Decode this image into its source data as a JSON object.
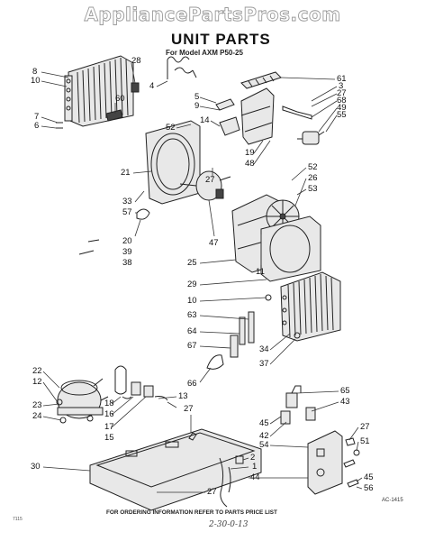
{
  "watermark": "AppliancePartsPros.com",
  "title": "UNIT PARTS",
  "subtitle": "For Model AXM P50-25",
  "drawing_code": "AC-1415",
  "footer": "FOR ORDERING INFORMATION REFER TO PARTS PRICE LIST",
  "handwriting": "2-30-0-13",
  "corner_mark": "7115",
  "callouts": [
    {
      "label": "8"
    },
    {
      "label": "10"
    },
    {
      "label": "28"
    },
    {
      "label": "4"
    },
    {
      "label": "60"
    },
    {
      "label": "7"
    },
    {
      "label": "6"
    },
    {
      "label": "5"
    },
    {
      "label": "9"
    },
    {
      "label": "61"
    },
    {
      "label": "3"
    },
    {
      "label": "27"
    },
    {
      "label": "68"
    },
    {
      "label": "49"
    },
    {
      "label": "55"
    },
    {
      "label": "14"
    },
    {
      "label": "52"
    },
    {
      "label": "19"
    },
    {
      "label": "48"
    },
    {
      "label": "21"
    },
    {
      "label": "27"
    },
    {
      "label": "52"
    },
    {
      "label": "26"
    },
    {
      "label": "53"
    },
    {
      "label": "33"
    },
    {
      "label": "57"
    },
    {
      "label": "47"
    },
    {
      "label": "20"
    },
    {
      "label": "39"
    },
    {
      "label": "38"
    },
    {
      "label": "25"
    },
    {
      "label": "11"
    },
    {
      "label": "29"
    },
    {
      "label": "10"
    },
    {
      "label": "63"
    },
    {
      "label": "64"
    },
    {
      "label": "67"
    },
    {
      "label": "34"
    },
    {
      "label": "37"
    },
    {
      "label": "66"
    },
    {
      "label": "22"
    },
    {
      "label": "12"
    },
    {
      "label": "18"
    },
    {
      "label": "16"
    },
    {
      "label": "13"
    },
    {
      "label": "23"
    },
    {
      "label": "24"
    },
    {
      "label": "17"
    },
    {
      "label": "15"
    },
    {
      "label": "27"
    },
    {
      "label": "65"
    },
    {
      "label": "43"
    },
    {
      "label": "45"
    },
    {
      "label": "42"
    },
    {
      "label": "54"
    },
    {
      "label": "27"
    },
    {
      "label": "51"
    },
    {
      "label": "2"
    },
    {
      "label": "1"
    },
    {
      "label": "44"
    },
    {
      "label": "30"
    },
    {
      "label": "27"
    },
    {
      "label": "45"
    },
    {
      "label": "56"
    }
  ]
}
